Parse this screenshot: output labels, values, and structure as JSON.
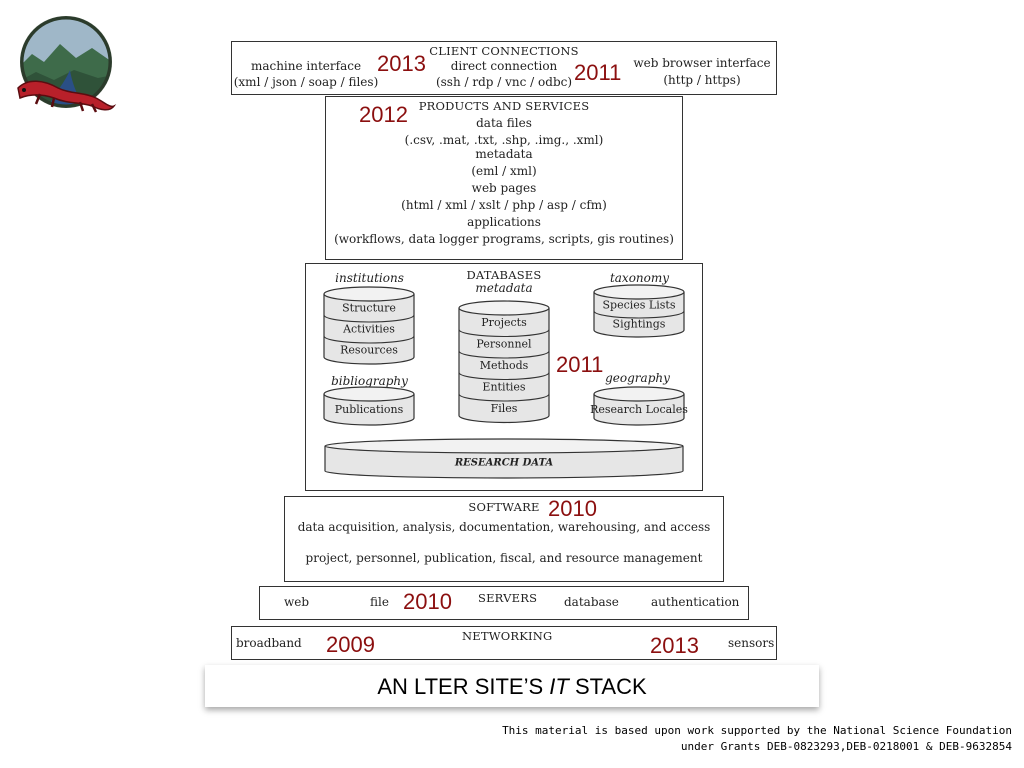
{
  "client": {
    "title": "CLIENT CONNECTIONS",
    "machine_label": "machine interface",
    "machine_detail": "(xml / json / soap / files)",
    "direct_label": "direct connection",
    "direct_detail": "(ssh / rdp / vnc / odbc)",
    "browser_label": "web browser interface",
    "browser_detail": "(http / https)",
    "year_left": "2013",
    "year_right": "2011"
  },
  "products": {
    "title": "PRODUCTS AND SERVICES",
    "year": "2012",
    "lines": [
      "data files",
      "(.csv, .mat, .txt, .shp, .img., .xml)",
      "metadata",
      "(eml / xml)",
      "web pages",
      "(html / xml / xslt / php / asp / cfm)",
      "applications",
      "(workflows, data logger programs, scripts, gis routines)"
    ]
  },
  "databases": {
    "title": "DATABASES",
    "subtitle": "metadata",
    "year": "2011",
    "institutions": {
      "label": "institutions",
      "items": [
        "Structure",
        "Activities",
        "Resources"
      ]
    },
    "bibliography": {
      "label": "bibliography",
      "items": [
        "Publications"
      ]
    },
    "metadata_items": [
      "Projects",
      "Personnel",
      "Methods",
      "Entities",
      "Files"
    ],
    "taxonomy": {
      "label": "taxonomy",
      "items": [
        "Species Lists",
        "Sightings"
      ]
    },
    "geography": {
      "label": "geography",
      "items": [
        "Research Locales"
      ]
    },
    "research_data": "RESEARCH DATA"
  },
  "software": {
    "title": "SOFTWARE",
    "year": "2010",
    "line1": "data acquisition, analysis, documentation, warehousing, and access",
    "line2": "project, personnel, publication, fiscal, and resource management"
  },
  "servers": {
    "title": "SERVERS",
    "year": "2010",
    "web": "web",
    "file": "file",
    "database": "database",
    "authentication": "authentication"
  },
  "networking": {
    "title": "NETWORKING",
    "broadband": "broadband",
    "sensors": "sensors",
    "year_left": "2009",
    "year_right": "2013"
  },
  "caption": {
    "prefix": "AN LTER SITE’S ",
    "italic": "IT",
    "suffix": " STACK"
  },
  "footnote": {
    "line1": "This material is based upon work supported by the National Science Foundation",
    "line2": "under Grants DEB-0823293,DEB-0218001 & DEB-9632854"
  },
  "colors": {
    "year": "#8b0f0f",
    "logo_red": "#b8202a",
    "logo_blue": "#2a4f86",
    "logo_green": "#3e6b4a"
  },
  "logo": {
    "icon": "salamander-mountain-logo"
  }
}
